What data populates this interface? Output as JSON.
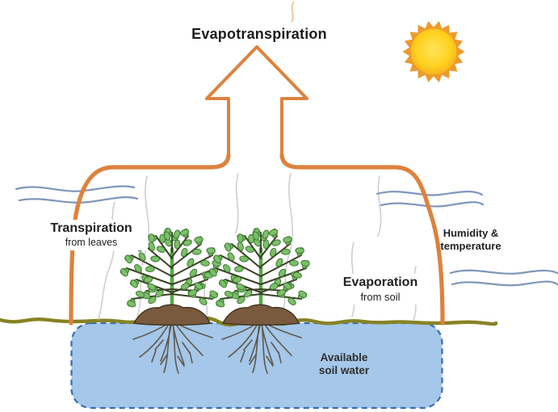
{
  "title": "Evapotranspiration",
  "labels": {
    "transpiration": {
      "line1": "Transpiration",
      "line2": "from leaves"
    },
    "humidity": {
      "line1": "Humidity &",
      "line2": "temperature"
    },
    "evaporation": {
      "line1": "Evaporation",
      "line2": "from soil"
    },
    "soil_water": {
      "line1": "Available",
      "line2": "soil water"
    }
  },
  "icons": {
    "sun": "sun-icon",
    "arrow": "up-arrow-icon",
    "wind": "wind-waves-icon",
    "vapor": "vapor-lines-icon",
    "plant": "plant-icon",
    "roots": "roots-icon"
  },
  "colors": {
    "outline_orange": "#DD823E",
    "ground_olive": "#878324",
    "water_fill": "#A5C7E9",
    "water_border": "#3A6CB5",
    "leaf_green": "#7CBF69",
    "leaf_edge": "#3E7A34",
    "stem_green": "#57A84B",
    "branch_dark": "#3B3F24",
    "soil_brown": "#7A5A3E",
    "root_brown": "#5F584C",
    "sun_spikes": "#EE9A2B",
    "sun_core": "#FFD21E",
    "wave_blue": "#7E96BB",
    "vapor_gray": "#CFCFCF",
    "text": "#1C1C1C"
  }
}
